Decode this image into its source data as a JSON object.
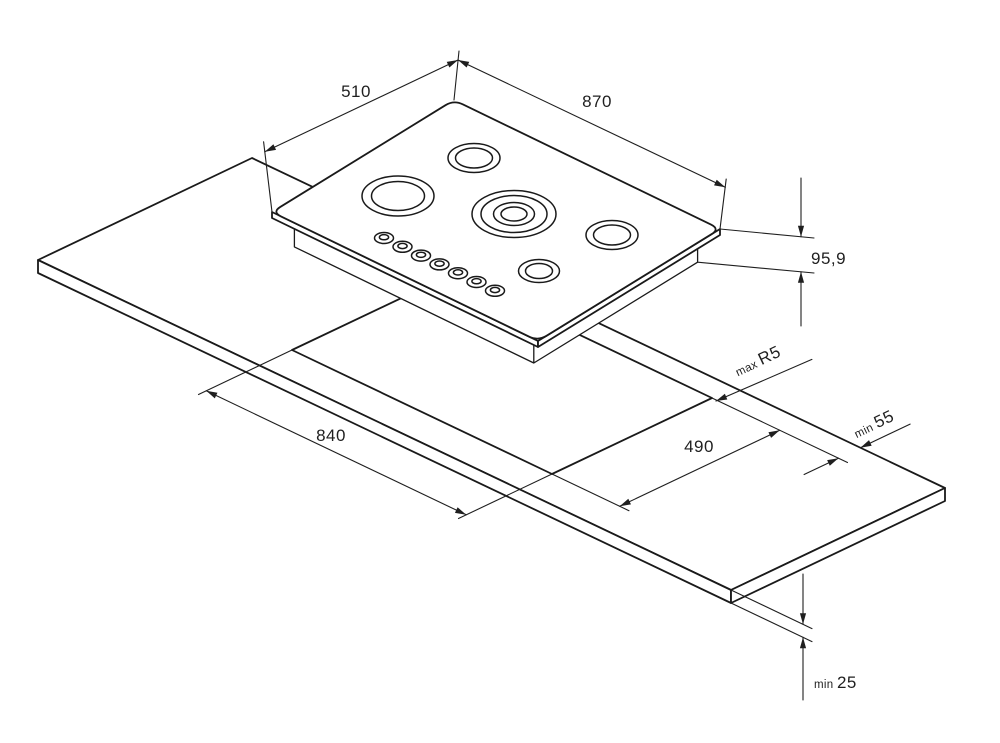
{
  "diagram": {
    "type": "isometric-installation-drawing",
    "subject": "gas hob cutout and worktop installation dimensions",
    "colors": {
      "line": "#1f1f1f",
      "background": "#ffffff"
    },
    "dims": {
      "hob_depth": "510",
      "hob_width": "870",
      "hob_height": "95,9",
      "cutout_length": "840",
      "cutout_width": "490",
      "corner_radius_prefix": "max",
      "corner_radius": "R5",
      "rear_clearance_prefix": "min",
      "rear_clearance": "55",
      "worktop_thickness_prefix": "min",
      "worktop_thickness": "25"
    }
  }
}
